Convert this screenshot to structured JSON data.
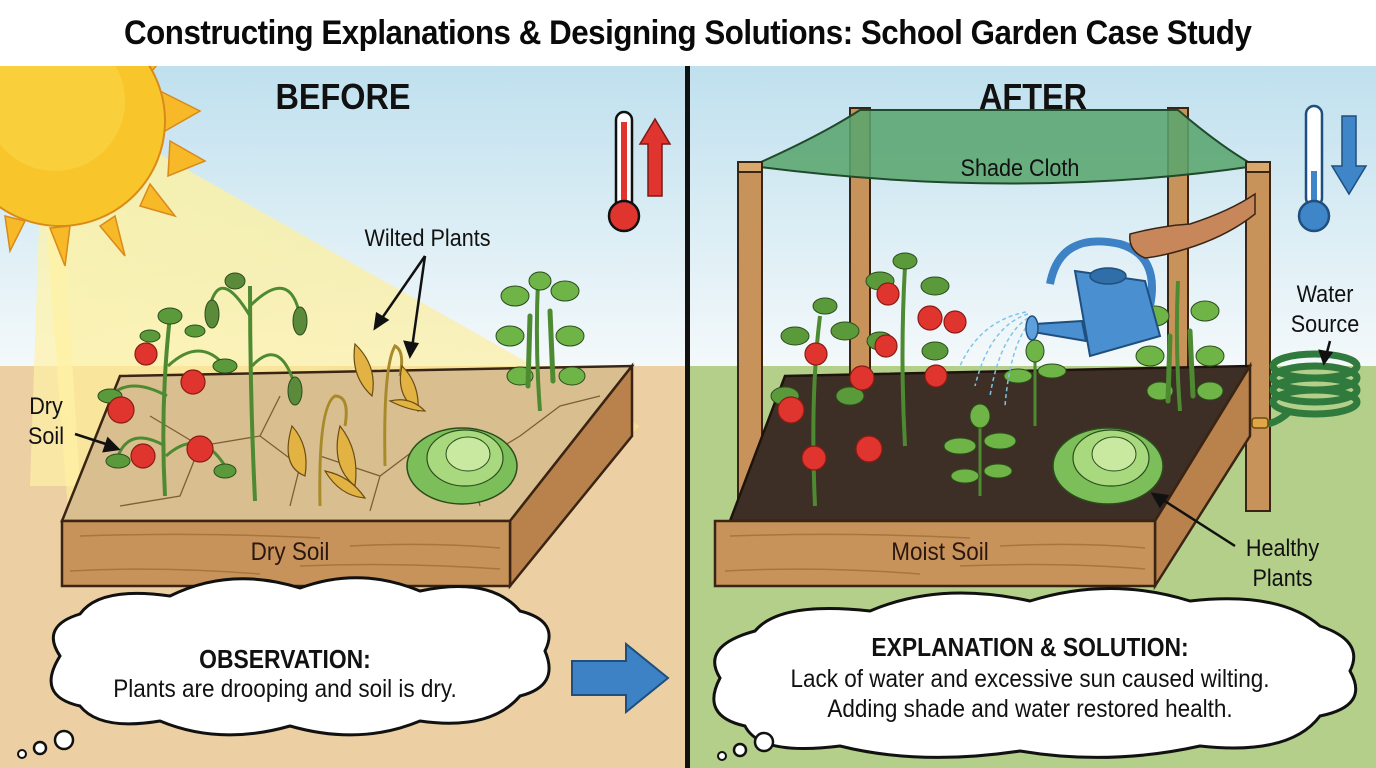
{
  "title": "Constructing Explanations & Designing Solutions: School Garden Case Study",
  "colors": {
    "sky_top": "#bfe0ee",
    "sky_bottom": "#f2f8fb",
    "dry_ground": "#eccfa2",
    "grass": "#b3cf8a",
    "sun": "#f8c62a",
    "wood": "#c8935a",
    "dry_soil": "#d9bf8f",
    "moist_soil": "#3d2f25",
    "shade_cloth": "#5aa56e",
    "hot_red": "#e0352f",
    "cool_blue": "#3f86c9",
    "arrow_blue": "#3d82c4",
    "divider": "#111111"
  },
  "before": {
    "heading": "BEFORE",
    "icons": [
      "sun-icon",
      "thermometer-hot-icon",
      "arrow-up-icon"
    ],
    "callouts": {
      "wilted_plants": "Wilted Plants",
      "dry_soil_line1": "Dry",
      "dry_soil_line2": "Soil"
    },
    "box_label": "Dry Soil",
    "bubble": {
      "heading": "OBSERVATION:",
      "body": "Plants are drooping and soil is dry."
    }
  },
  "after": {
    "heading": "AFTER",
    "icons": [
      "thermometer-cool-icon",
      "arrow-down-icon",
      "watering-can-icon",
      "hose-icon"
    ],
    "callouts": {
      "shade_cloth": "Shade Cloth",
      "water_source_line1": "Water",
      "water_source_line2": "Source",
      "healthy_plants_line1": "Healthy",
      "healthy_plants_line2": "Plants"
    },
    "box_label": "Moist Soil",
    "bubble": {
      "heading": "EXPLANATION & SOLUTION:",
      "body_line1": "Lack of water and excessive sun caused wilting.",
      "body_line2": "Adding shade and water restored health."
    }
  },
  "transition_arrow": "arrow-right-icon"
}
